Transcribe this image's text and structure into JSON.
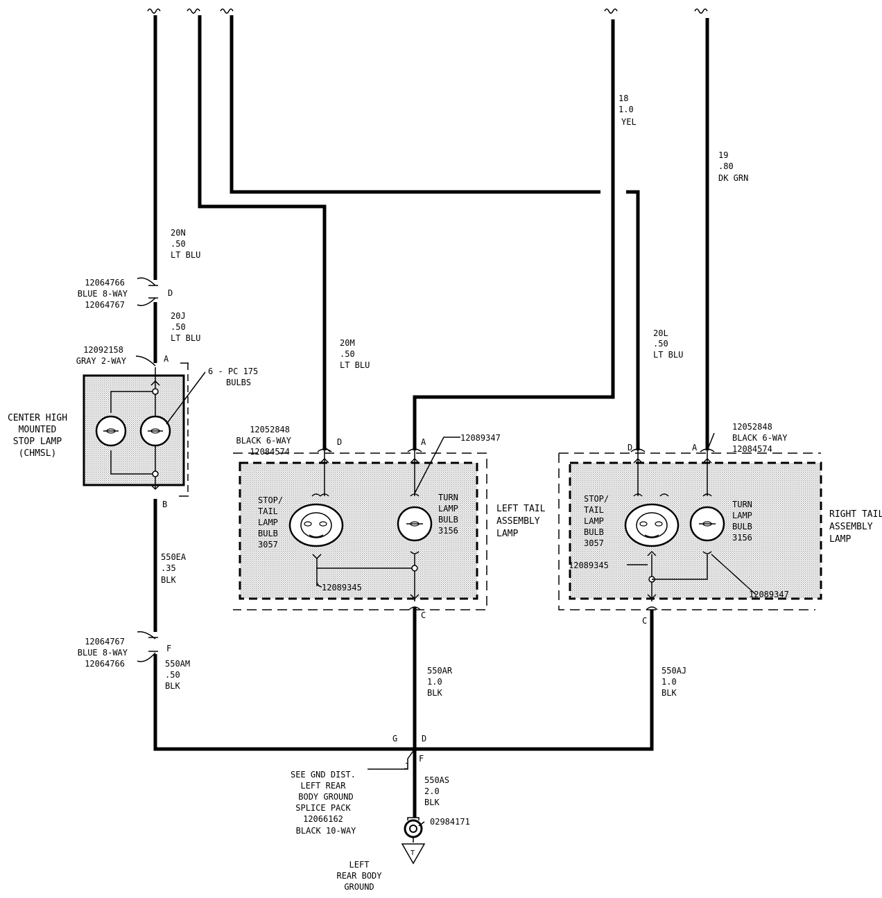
{
  "wires": {
    "w20n": [
      "20N",
      ".50",
      "LT BLU"
    ],
    "w20j": [
      "20J",
      ".50",
      "LT BLU"
    ],
    "w20m": [
      "20M",
      ".50",
      "LT BLU"
    ],
    "w18": [
      "18",
      "1.0",
      "YEL"
    ],
    "w19": [
      "19",
      ".80",
      "DK GRN"
    ],
    "w20l": [
      "20L",
      ".50",
      "LT BLU"
    ],
    "w550ea": [
      "550EA",
      ".35",
      "BLK"
    ],
    "w550am": [
      "550AM",
      ".50",
      "BLK"
    ],
    "w550ar": [
      "550AR",
      "1.0",
      "BLK"
    ],
    "w550aj": [
      "550AJ",
      "1.0",
      "BLK"
    ],
    "w550as": [
      "550AS",
      "2.0",
      "BLK"
    ]
  },
  "connectors": {
    "blue8_top": [
      "12064766",
      "BLUE 8-WAY",
      "12064767"
    ],
    "blue8_bottom": [
      "12064767",
      "BLUE 8-WAY",
      "12064766"
    ],
    "gray2": [
      "12092158",
      "GRAY 2-WAY"
    ],
    "black6_left": [
      "12052848",
      "BLACK 6-WAY",
      "12084574"
    ],
    "black6_right": [
      "12052848",
      "BLACK 6-WAY",
      "12084574"
    ]
  },
  "pins": {
    "D_blue": "D",
    "F_blue": "F",
    "A_gray": "A",
    "B_gray": "B",
    "D_left": "D",
    "A_left": "A",
    "C_left": "C",
    "D_right": "D",
    "A_right": "A",
    "C_right": "C",
    "G_splice": "G",
    "D_splice": "D",
    "F_splice": "F",
    "J_splice": "J"
  },
  "components": {
    "chmsl": [
      "CENTER  HIGH",
      "MOUNTED",
      "STOP  LAMP",
      "(CHMSL)"
    ],
    "chmsl_bulbs": [
      "6 - PC 175",
      "BULBS"
    ],
    "left_tail": [
      "LEFT TAIL",
      "ASSEMBLY",
      "LAMP"
    ],
    "right_tail": [
      "RIGHT TAIL",
      "ASSEMBLY",
      "LAMP"
    ],
    "stop_bulb_left": [
      "STOP/",
      "TAIL",
      "LAMP",
      "BULB",
      "3057"
    ],
    "turn_bulb_left": [
      "TURN",
      "LAMP",
      "BULB",
      "3156"
    ],
    "stop_bulb_right": [
      "STOP/",
      "TAIL",
      "LAMP",
      "BULB",
      "3057"
    ],
    "turn_bulb_right": [
      "TURN",
      "LAMP",
      "BULB",
      "3156"
    ],
    "socket_left_turn": "12089347",
    "socket_left_stop": "12089345",
    "socket_right_stop": "12089345",
    "socket_right_turn": "12089347"
  },
  "ground": {
    "splice_note": [
      "SEE GND DIST.",
      "LEFT REAR",
      "BODY GROUND",
      "SPLICE PACK",
      "12066162",
      "BLACK 10-WAY"
    ],
    "eyelet": "02984171",
    "ground_label": [
      "LEFT",
      "REAR BODY",
      "GROUND"
    ]
  }
}
